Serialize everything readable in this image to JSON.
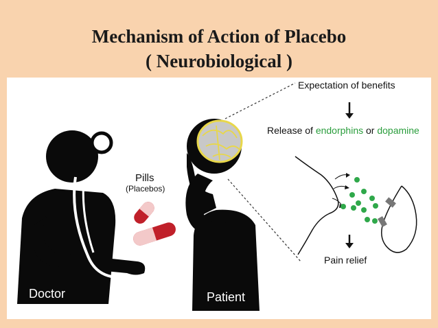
{
  "title": {
    "line1": "Mechanism of Action of Placebo",
    "line2": "( Neurobiological )"
  },
  "labels": {
    "pills": "Pills",
    "placebos": "(Placebos)",
    "doctor": "Doctor",
    "patient": "Patient",
    "expectation": "Expectation of benefits",
    "release_prefix": "Release of ",
    "endorphins": "endorphins",
    "or": " or ",
    "dopamine": "dopamine",
    "pain_relief": "Pain relief"
  },
  "colors": {
    "background": "#f9d3ae",
    "panel": "#ffffff",
    "endorphins": "#2a9d3c",
    "dopamine": "#2a9d3c",
    "brain": "#c8c8c8",
    "brain_outline": "#e8d74a",
    "pill": "#c0202a",
    "dots": "#2fa84a"
  },
  "icons": [
    "stethoscope-icon",
    "pill-icon",
    "brain-icon",
    "arrow-down-icon",
    "synapse-icon"
  ]
}
